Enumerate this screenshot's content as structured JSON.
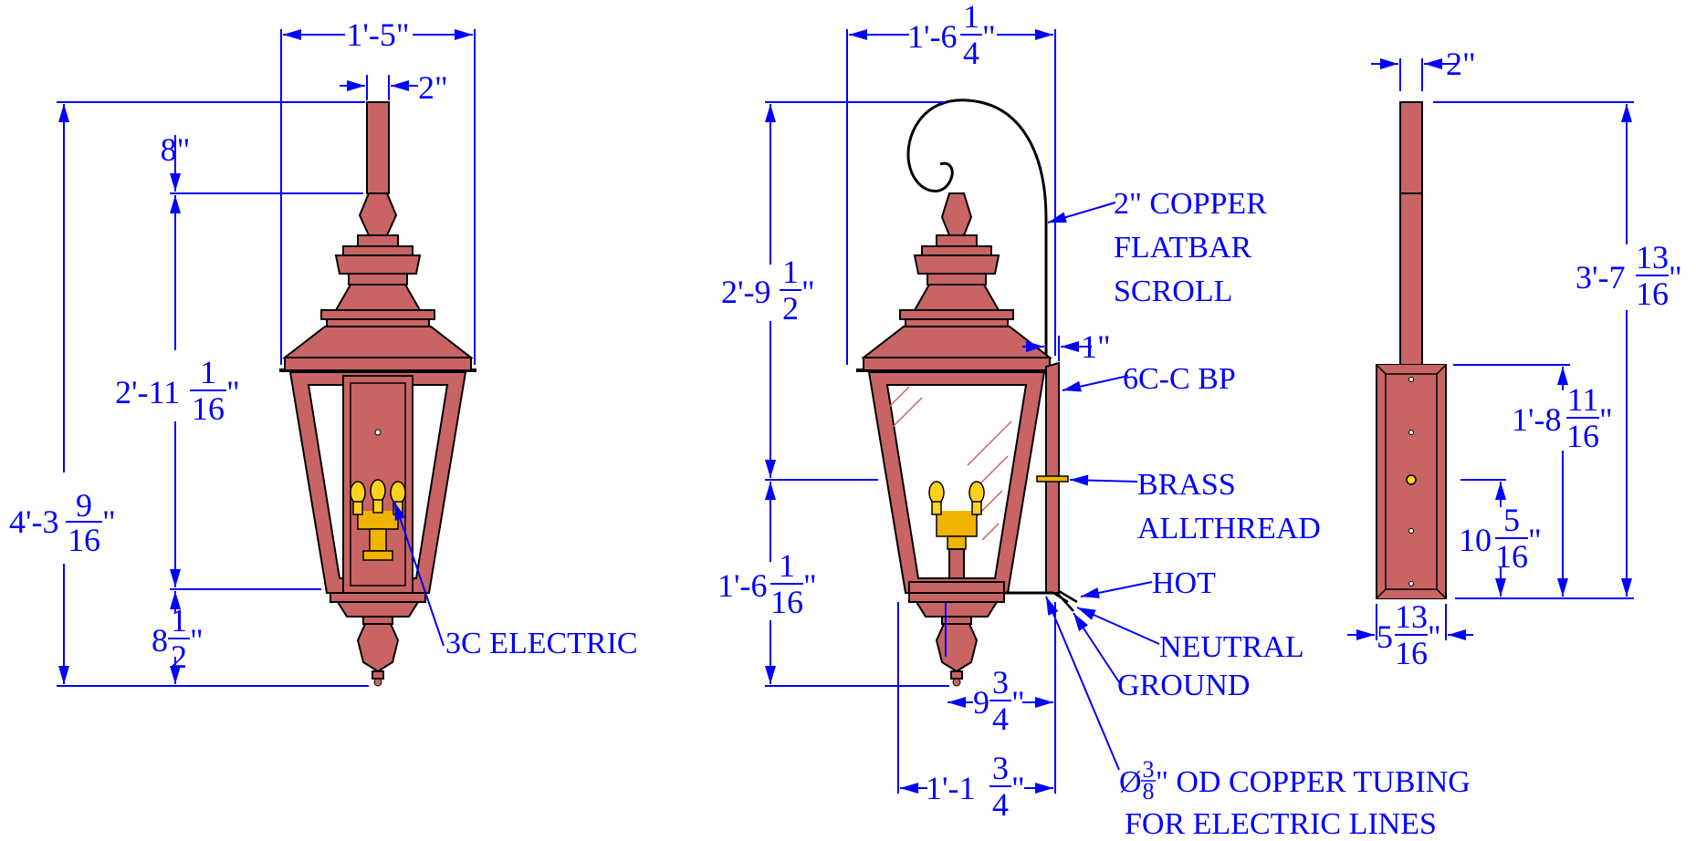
{
  "front_view": {
    "width": {
      "main": "1'-5\""
    },
    "stem_width": {
      "main": "2\""
    },
    "stem_height": {
      "main": "8\""
    },
    "overall_height": {
      "main": "4'-3",
      "num": "9",
      "den": "16",
      "unit": "\""
    },
    "body_height": {
      "main": "2'-11",
      "num": "1",
      "den": "16",
      "unit": "\""
    },
    "bottom_finial": {
      "main": "8",
      "num": "1",
      "den": "2",
      "unit": "\""
    },
    "callout_3c": "3C ELECTRIC"
  },
  "side_view": {
    "overall_width": {
      "main": "1'-6",
      "num": "1",
      "den": "4",
      "unit": "\""
    },
    "scroll_height": {
      "main": "2'-9",
      "num": "1",
      "den": "2",
      "unit": "\""
    },
    "lower_height": {
      "main": "1'-6",
      "num": "1",
      "den": "16",
      "unit": "\""
    },
    "gap": {
      "main": "1\""
    },
    "projection_short": {
      "main": "9",
      "num": "3",
      "den": "4",
      "unit": "\""
    },
    "projection_long": {
      "main": "1'-1",
      "num": "3",
      "den": "4",
      "unit": "\""
    },
    "callout_flatbar": {
      "line1": "2\" COPPER",
      "line2": "FLATBAR",
      "line3": "SCROLL"
    },
    "callout_bp": "6C-C BP",
    "callout_brass": {
      "line1": "BRASS",
      "line2": "ALLTHREAD"
    },
    "callout_hot": "HOT",
    "callout_neutral": "NEUTRAL",
    "callout_ground": "GROUND",
    "callout_tubing": {
      "dia": "Ø",
      "num": "3",
      "den": "8",
      "line1": "\" OD COPPER TUBING",
      "line2": "FOR ELECTRIC LINES"
    }
  },
  "back_view": {
    "stem_width": {
      "main": "2\""
    },
    "overall_height": {
      "main": "3'-7",
      "num": "13",
      "den": "16",
      "unit": "\""
    },
    "plate_height": {
      "main": "1'-8",
      "num": "11",
      "den": "16",
      "unit": "\""
    },
    "mount_height": {
      "main": "10",
      "num": "5",
      "den": "16",
      "unit": "\""
    },
    "plate_width": {
      "main": "5",
      "num": "13",
      "den": "16",
      "unit": "\""
    }
  },
  "colors": {
    "dimension": "#0000ff",
    "copper": "#c86464",
    "bulb": "#ffd21e",
    "brass": "#f0b400"
  }
}
